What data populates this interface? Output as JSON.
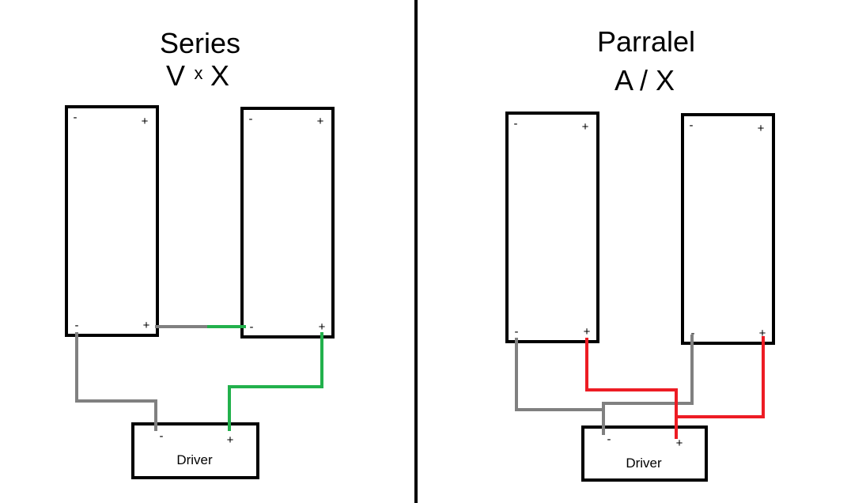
{
  "series": {
    "title": "Series",
    "formula_left": "V",
    "formula_sup": "x",
    "formula_right": "X",
    "panel_a": {
      "minus_top": "-",
      "plus_top": "+",
      "minus_bottom": "-",
      "plus_bottom": "+"
    },
    "panel_b": {
      "minus_top": "-",
      "plus_top": "+",
      "minus_bottom": "-",
      "plus_bottom": "+"
    },
    "driver": {
      "label": "Driver",
      "minus": "-",
      "plus": "+"
    }
  },
  "parallel": {
    "title": "Parralel",
    "formula": "A / X",
    "panel_a": {
      "minus_top": "-",
      "plus_top": "+",
      "minus_bottom": "-",
      "plus_bottom": "+"
    },
    "panel_b": {
      "minus_top": "-",
      "plus_top": "+",
      "minus_bottom": "-",
      "plus_bottom": "+"
    },
    "driver": {
      "label": "Driver",
      "minus": "-",
      "plus": "+"
    }
  },
  "colors": {
    "negative_wire": "#808080",
    "positive_wire_series": "#22b14c",
    "positive_wire_parallel": "#ed1c24",
    "outline": "#000000"
  }
}
